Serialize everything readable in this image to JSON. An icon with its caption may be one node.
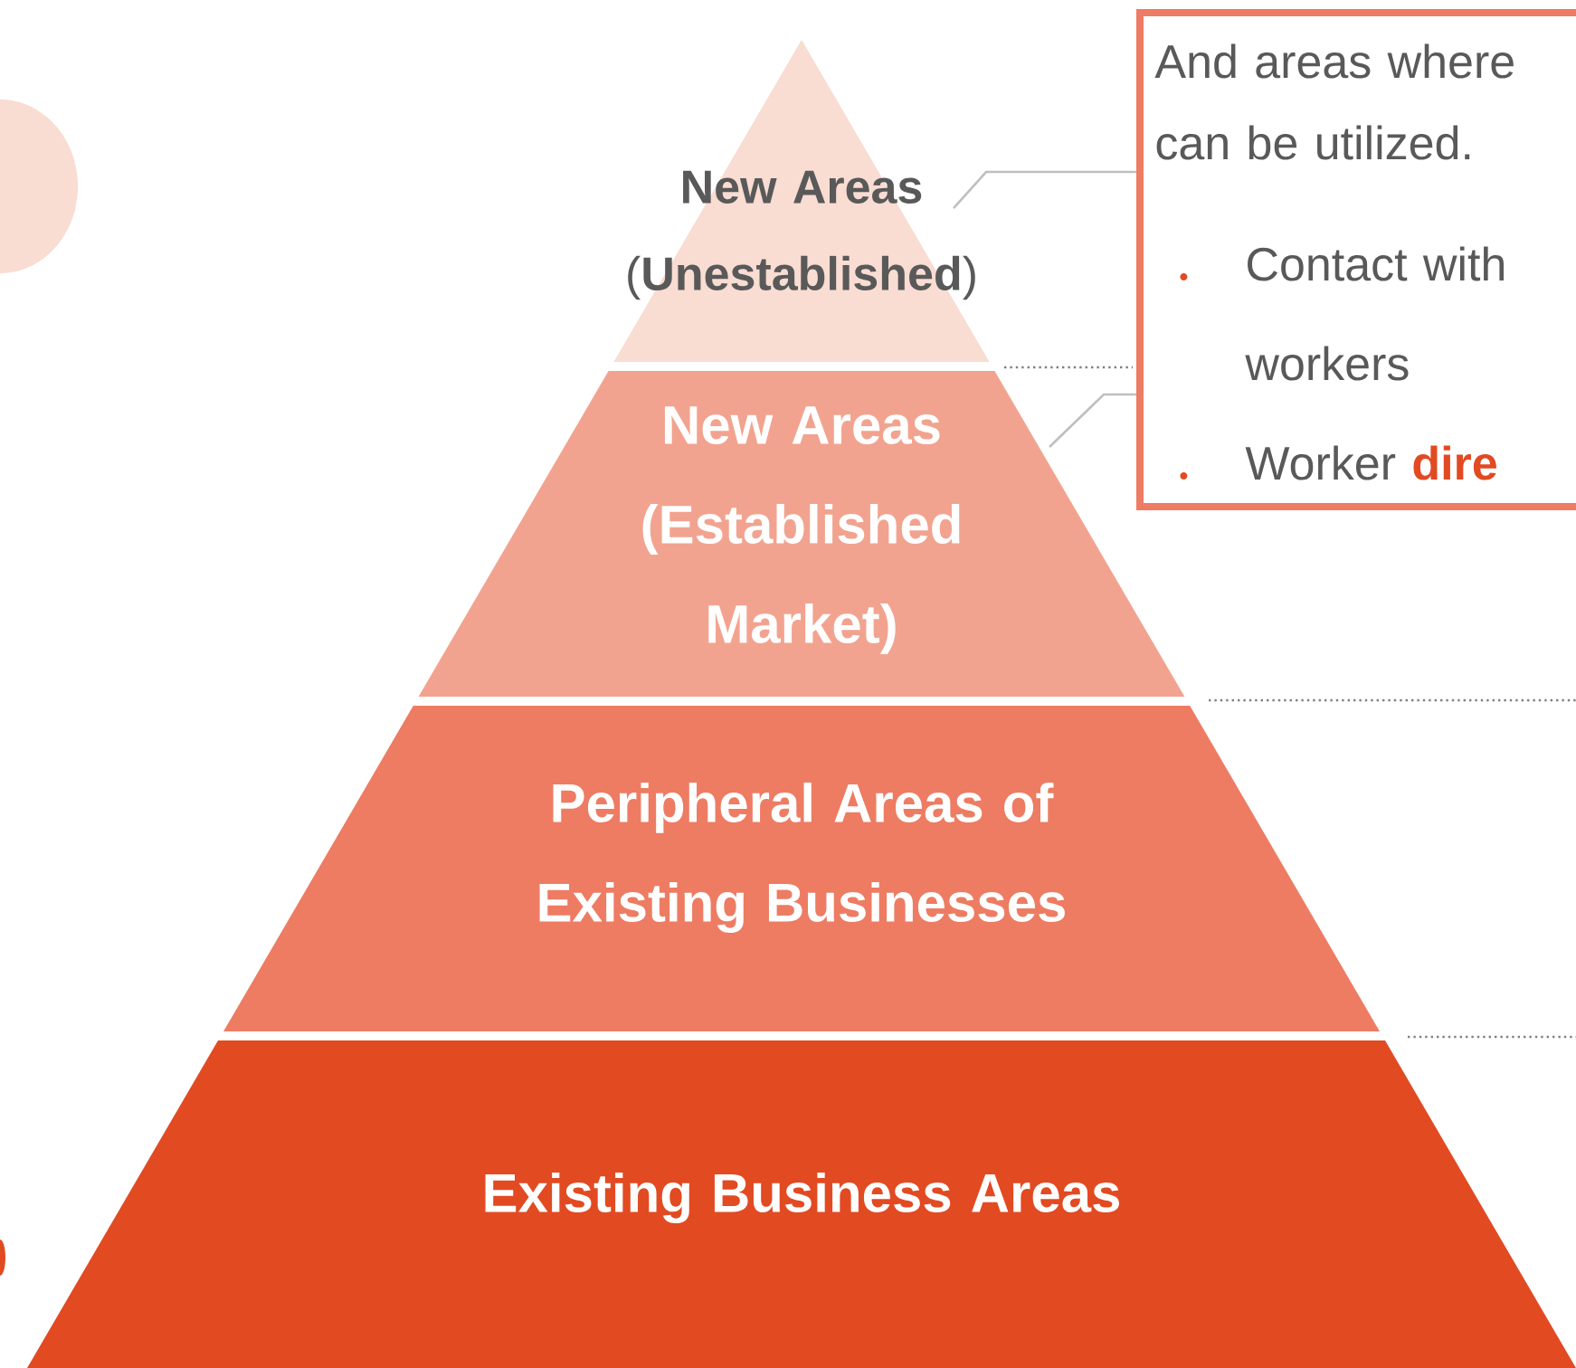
{
  "diagram": {
    "nodes": [
      {
        "text": [
          "New Areas",
          "(**Unestablished**)"
        ]
      },
      {
        "text": [
          "New Areas",
          "(Established Market)"
        ]
      },
      {
        "text": [
          "Peripheral Areas of Existing Businesses"
        ]
      },
      {
        "text": [
          "Existing Business Areas"
        ]
      },
      {
        "text": [
          "And areas where can be utilized.",
          "Contact with workers",
          "Worker **dire**"
        ]
      }
    ],
    "edges": [
      {
        "from": 4,
        "to": 0,
        "arrow": "none"
      },
      {
        "from": 4,
        "to": 1,
        "arrow": "none"
      }
    ]
  }
}
